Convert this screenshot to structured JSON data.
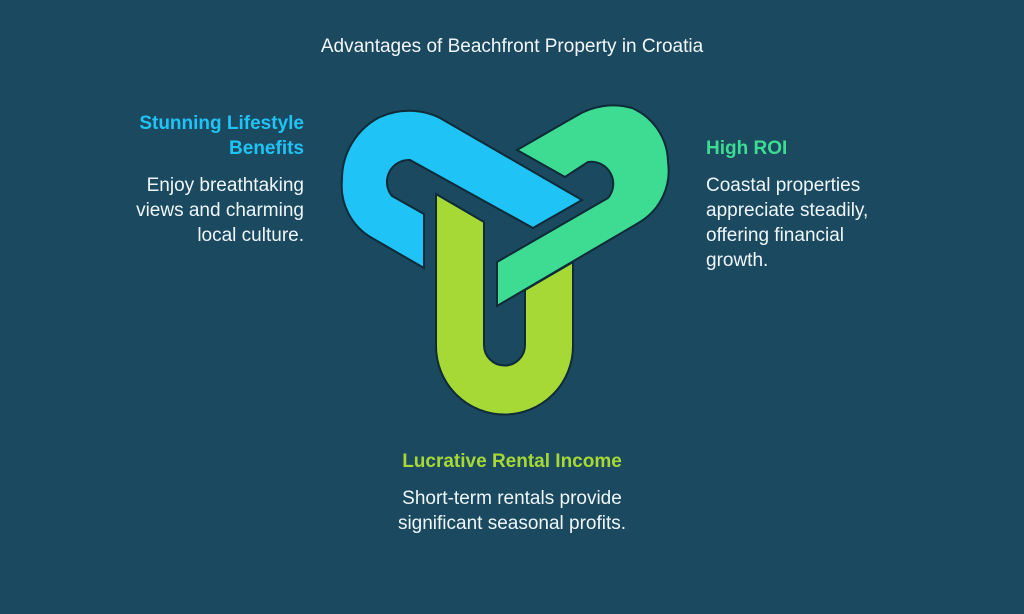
{
  "title": "Advantages of Beachfront Property in Croatia",
  "colors": {
    "background": "#1b4960",
    "blue": "#1fc3f5",
    "green": "#3ddc92",
    "lime": "#a6d935",
    "outline": "#0f2a38"
  },
  "items": [
    {
      "id": "lifestyle",
      "heading": "Stunning Lifestyle Benefits",
      "description": "Enjoy breathtaking views and charming local culture.",
      "color": "#1fc3f5",
      "position": "left"
    },
    {
      "id": "roi",
      "heading": "High ROI",
      "description": "Coastal properties appreciate steadily, offering financial growth.",
      "color": "#3ddc92",
      "position": "right"
    },
    {
      "id": "rental",
      "heading": "Lucrative Rental Income",
      "description": "Short-term rentals provide significant seasonal profits.",
      "color": "#a6d935",
      "position": "bottom"
    }
  ]
}
